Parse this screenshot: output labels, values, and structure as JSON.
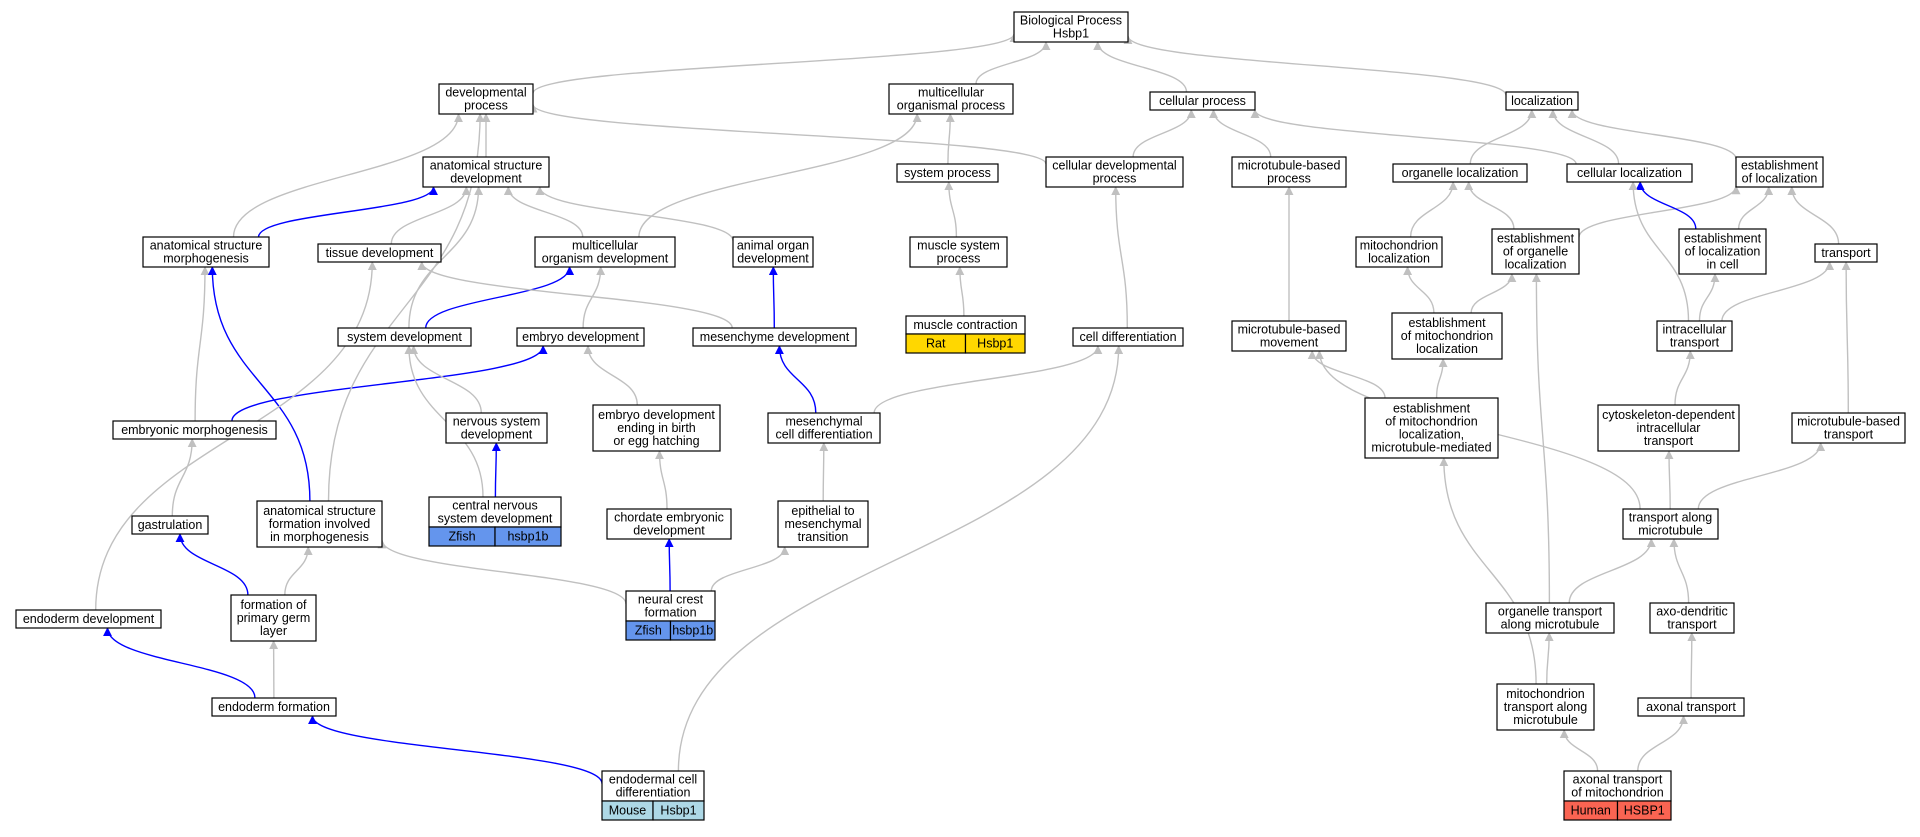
{
  "colors": {
    "grey_edge": "#c0c0c0",
    "blue_edge": "#0000ff",
    "Rat": "#ffd700",
    "Zfish": "#6495ed",
    "Mouse": "#add8e6",
    "Human": "#fa6452"
  },
  "nodes": [
    {
      "id": "bp",
      "lines": [
        "Biological Process",
        "Hsbp1"
      ]
    },
    {
      "id": "devproc",
      "lines": [
        "developmental",
        "process"
      ]
    },
    {
      "id": "multiorg",
      "lines": [
        "multicellular",
        "organismal process"
      ]
    },
    {
      "id": "cellproc",
      "lines": [
        "cellular process"
      ]
    },
    {
      "id": "localization",
      "lines": [
        "localization"
      ]
    },
    {
      "id": "asd",
      "lines": [
        "anatomical structure",
        "development"
      ]
    },
    {
      "id": "sysproc",
      "lines": [
        "system process"
      ]
    },
    {
      "id": "celldevproc",
      "lines": [
        "cellular developmental",
        "process"
      ]
    },
    {
      "id": "mtproc",
      "lines": [
        "microtubule-based",
        "process"
      ]
    },
    {
      "id": "orgloc",
      "lines": [
        "organelle localization"
      ]
    },
    {
      "id": "cellloc",
      "lines": [
        "cellular localization"
      ]
    },
    {
      "id": "estloc",
      "lines": [
        "establishment",
        "of localization"
      ]
    },
    {
      "id": "asm",
      "lines": [
        "anatomical structure",
        "morphogenesis"
      ]
    },
    {
      "id": "tissuedev",
      "lines": [
        "tissue development"
      ]
    },
    {
      "id": "multiorgdev",
      "lines": [
        "multicellular",
        "organism development"
      ]
    },
    {
      "id": "animalorgan",
      "lines": [
        "animal organ",
        "development"
      ]
    },
    {
      "id": "musclesys",
      "lines": [
        "muscle system",
        "process"
      ]
    },
    {
      "id": "mitoloc",
      "lines": [
        "mitochondrion",
        "localization"
      ]
    },
    {
      "id": "estorgloc",
      "lines": [
        "establishment",
        "of organelle",
        "localization"
      ]
    },
    {
      "id": "estlocincell",
      "lines": [
        "establishment",
        "of localization",
        "in cell"
      ]
    },
    {
      "id": "transport",
      "lines": [
        "transport"
      ]
    },
    {
      "id": "sysdev",
      "lines": [
        "system development"
      ]
    },
    {
      "id": "embryodev",
      "lines": [
        "embryo development"
      ]
    },
    {
      "id": "mesdev",
      "lines": [
        "mesenchyme development"
      ]
    },
    {
      "id": "musclecont",
      "lines": [
        "muscle contraction"
      ]
    },
    {
      "id": "celldiff",
      "lines": [
        "cell differentiation"
      ]
    },
    {
      "id": "mtmove",
      "lines": [
        "microtubule-based",
        "movement"
      ]
    },
    {
      "id": "estmitoloc",
      "lines": [
        "establishment",
        "of mitochondrion",
        "localization"
      ]
    },
    {
      "id": "intracell",
      "lines": [
        "intracellular",
        "transport"
      ]
    },
    {
      "id": "embmorph",
      "lines": [
        "embryonic morphogenesis"
      ]
    },
    {
      "id": "nsd",
      "lines": [
        "nervous system",
        "development"
      ]
    },
    {
      "id": "embdevbirth",
      "lines": [
        "embryo development",
        "ending in birth",
        "or egg hatching"
      ]
    },
    {
      "id": "mescelldiff",
      "lines": [
        "mesenchymal",
        "cell differentiation"
      ]
    },
    {
      "id": "estmitomt",
      "lines": [
        "establishment",
        "of mitochondrion",
        "localization,",
        "microtubule-mediated"
      ]
    },
    {
      "id": "cytoskel",
      "lines": [
        "cytoskeleton-dependent",
        "intracellular",
        "transport"
      ]
    },
    {
      "id": "mtbasedtransport",
      "lines": [
        "microtubule-based",
        "transport"
      ]
    },
    {
      "id": "gastrulation",
      "lines": [
        "gastrulation"
      ]
    },
    {
      "id": "asfim",
      "lines": [
        "anatomical structure",
        "formation involved",
        "in morphogenesis"
      ]
    },
    {
      "id": "cnsd",
      "lines": [
        "central nervous",
        "system development"
      ]
    },
    {
      "id": "chordate",
      "lines": [
        "chordate embryonic",
        "development"
      ]
    },
    {
      "id": "emt",
      "lines": [
        "epithelial to",
        "mesenchymal",
        "transition"
      ]
    },
    {
      "id": "tamt",
      "lines": [
        "transport along",
        "microtubule"
      ]
    },
    {
      "id": "endodev",
      "lines": [
        "endoderm development"
      ]
    },
    {
      "id": "fpgl",
      "lines": [
        "formation of",
        "primary germ",
        "layer"
      ]
    },
    {
      "id": "ncf",
      "lines": [
        "neural crest",
        "formation"
      ]
    },
    {
      "id": "otamt",
      "lines": [
        "organelle transport",
        "along microtubule"
      ]
    },
    {
      "id": "axodend",
      "lines": [
        "axo-dendritic",
        "transport"
      ]
    },
    {
      "id": "endoform",
      "lines": [
        "endoderm formation"
      ]
    },
    {
      "id": "mitotamt",
      "lines": [
        "mitochondrion",
        "transport along",
        "microtubule"
      ]
    },
    {
      "id": "axonal",
      "lines": [
        "axonal transport"
      ]
    },
    {
      "id": "endocelldiff",
      "lines": [
        "endodermal cell",
        "differentiation"
      ]
    },
    {
      "id": "axonalmito",
      "lines": [
        "axonal transport",
        "of mitochondrion"
      ]
    }
  ],
  "annotations": [
    {
      "node": "musclecont",
      "species": "Rat",
      "gene": "Hsbp1"
    },
    {
      "node": "cnsd",
      "species": "Zfish",
      "gene": "hsbp1b"
    },
    {
      "node": "ncf",
      "species": "Zfish",
      "gene": "hsbp1b"
    },
    {
      "node": "endocelldiff",
      "species": "Mouse",
      "gene": "Hsbp1"
    },
    {
      "node": "axonalmito",
      "species": "Human",
      "gene": "HSBP1"
    }
  ],
  "edges": [
    {
      "from": "devproc",
      "to": "bp",
      "color": "grey"
    },
    {
      "from": "multiorg",
      "to": "bp",
      "color": "grey"
    },
    {
      "from": "cellproc",
      "to": "bp",
      "color": "grey"
    },
    {
      "from": "localization",
      "to": "bp",
      "color": "grey"
    },
    {
      "from": "asd",
      "to": "devproc",
      "color": "grey"
    },
    {
      "from": "sysproc",
      "to": "multiorg",
      "color": "grey"
    },
    {
      "from": "celldevproc",
      "to": "cellproc",
      "color": "grey"
    },
    {
      "from": "celldevproc",
      "to": "devproc",
      "color": "grey"
    },
    {
      "from": "mtproc",
      "to": "cellproc",
      "color": "grey"
    },
    {
      "from": "orgloc",
      "to": "localization",
      "color": "grey"
    },
    {
      "from": "cellloc",
      "to": "localization",
      "color": "grey"
    },
    {
      "from": "cellloc",
      "to": "cellproc",
      "color": "grey"
    },
    {
      "from": "estloc",
      "to": "localization",
      "color": "grey"
    },
    {
      "from": "asm",
      "to": "asd",
      "color": "blue"
    },
    {
      "from": "asm",
      "to": "devproc",
      "color": "grey"
    },
    {
      "from": "tissuedev",
      "to": "asd",
      "color": "grey"
    },
    {
      "from": "multiorgdev",
      "to": "asd",
      "color": "grey"
    },
    {
      "from": "multiorgdev",
      "to": "multiorg",
      "color": "grey"
    },
    {
      "from": "animalorgan",
      "to": "asd",
      "color": "grey"
    },
    {
      "from": "musclesys",
      "to": "sysproc",
      "color": "grey"
    },
    {
      "from": "mitoloc",
      "to": "orgloc",
      "color": "grey"
    },
    {
      "from": "estorgloc",
      "to": "orgloc",
      "color": "grey"
    },
    {
      "from": "estorgloc",
      "to": "estloc",
      "color": "grey"
    },
    {
      "from": "estlocincell",
      "to": "cellloc",
      "color": "blue"
    },
    {
      "from": "estlocincell",
      "to": "estloc",
      "color": "grey"
    },
    {
      "from": "transport",
      "to": "estloc",
      "color": "grey"
    },
    {
      "from": "sysdev",
      "to": "multiorgdev",
      "color": "blue"
    },
    {
      "from": "sysdev",
      "to": "asd",
      "color": "grey"
    },
    {
      "from": "embryodev",
      "to": "multiorgdev",
      "color": "grey"
    },
    {
      "from": "mesdev",
      "to": "animalorgan",
      "color": "blue"
    },
    {
      "from": "mesdev",
      "to": "tissuedev",
      "color": "grey"
    },
    {
      "from": "musclecont",
      "to": "musclesys",
      "color": "grey"
    },
    {
      "from": "celldiff",
      "to": "celldevproc",
      "color": "grey"
    },
    {
      "from": "mtmove",
      "to": "mtproc",
      "color": "grey"
    },
    {
      "from": "estmitoloc",
      "to": "mitoloc",
      "color": "grey"
    },
    {
      "from": "estmitoloc",
      "to": "estorgloc",
      "color": "grey"
    },
    {
      "from": "intracell",
      "to": "estlocincell",
      "color": "grey"
    },
    {
      "from": "intracell",
      "to": "transport",
      "color": "grey"
    },
    {
      "from": "intracell",
      "to": "cellloc",
      "color": "grey"
    },
    {
      "from": "embmorph",
      "to": "asm",
      "color": "grey"
    },
    {
      "from": "embmorph",
      "to": "embryodev",
      "color": "blue"
    },
    {
      "from": "nsd",
      "to": "sysdev",
      "color": "grey"
    },
    {
      "from": "embdevbirth",
      "to": "embryodev",
      "color": "grey"
    },
    {
      "from": "mescelldiff",
      "to": "mesdev",
      "color": "blue"
    },
    {
      "from": "mescelldiff",
      "to": "celldiff",
      "color": "grey"
    },
    {
      "from": "estmitomt",
      "to": "estmitoloc",
      "color": "grey"
    },
    {
      "from": "estmitomt",
      "to": "mtmove",
      "color": "grey"
    },
    {
      "from": "cytoskel",
      "to": "intracell",
      "color": "grey"
    },
    {
      "from": "mtbasedtransport",
      "to": "transport",
      "color": "grey"
    },
    {
      "from": "gastrulation",
      "to": "embmorph",
      "color": "grey"
    },
    {
      "from": "asfim",
      "to": "asm",
      "color": "blue"
    },
    {
      "from": "asfim",
      "to": "devproc",
      "color": "grey"
    },
    {
      "from": "cnsd",
      "to": "nsd",
      "color": "blue"
    },
    {
      "from": "cnsd",
      "to": "sysdev",
      "color": "grey"
    },
    {
      "from": "chordate",
      "to": "embdevbirth",
      "color": "grey"
    },
    {
      "from": "emt",
      "to": "mescelldiff",
      "color": "grey"
    },
    {
      "from": "tamt",
      "to": "cytoskel",
      "color": "grey"
    },
    {
      "from": "tamt",
      "to": "mtbasedtransport",
      "color": "grey"
    },
    {
      "from": "tamt",
      "to": "mtmove",
      "color": "grey"
    },
    {
      "from": "endodev",
      "to": "tissuedev",
      "color": "grey"
    },
    {
      "from": "fpgl",
      "to": "gastrulation",
      "color": "blue"
    },
    {
      "from": "fpgl",
      "to": "asfim",
      "color": "grey"
    },
    {
      "from": "ncf",
      "to": "chordate",
      "color": "blue"
    },
    {
      "from": "ncf",
      "to": "emt",
      "color": "grey"
    },
    {
      "from": "ncf",
      "to": "asfim",
      "color": "grey"
    },
    {
      "from": "otamt",
      "to": "tamt",
      "color": "grey"
    },
    {
      "from": "otamt",
      "to": "estorgloc",
      "color": "grey"
    },
    {
      "from": "axodend",
      "to": "tamt",
      "color": "grey"
    },
    {
      "from": "endoform",
      "to": "endodev",
      "color": "blue"
    },
    {
      "from": "endoform",
      "to": "fpgl",
      "color": "grey"
    },
    {
      "from": "mitotamt",
      "to": "otamt",
      "color": "grey"
    },
    {
      "from": "mitotamt",
      "to": "estmitomt",
      "color": "grey"
    },
    {
      "from": "axonal",
      "to": "axodend",
      "color": "grey"
    },
    {
      "from": "endocelldiff",
      "to": "endoform",
      "color": "blue"
    },
    {
      "from": "endocelldiff",
      "to": "celldiff",
      "color": "grey"
    },
    {
      "from": "axonalmito",
      "to": "mitotamt",
      "color": "grey"
    },
    {
      "from": "axonalmito",
      "to": "axonal",
      "color": "grey"
    }
  ]
}
